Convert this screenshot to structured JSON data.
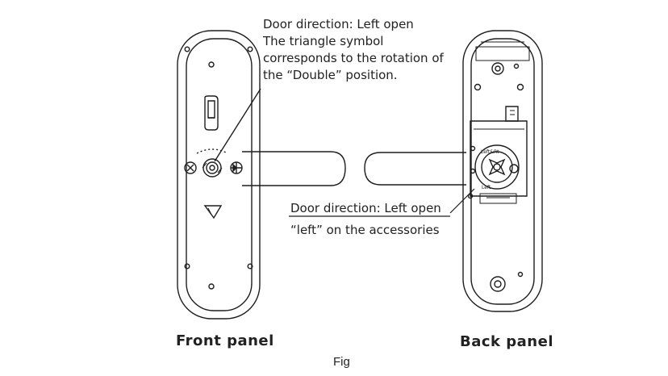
{
  "callouts": {
    "top": {
      "line1": "Door direction: Left open",
      "line2": "The triangle symbol",
      "line3": "corresponds to the rotation of",
      "line4": "the “Double” position."
    },
    "right": {
      "line1": "Door direction: Left open",
      "line2": "“left”   on the accessories"
    }
  },
  "back_panel_marks": {
    "top_label": "Left&Rt",
    "bottom_label": "Left"
  },
  "panels": {
    "front_label": "Front panel",
    "back_label": "Back panel"
  },
  "caption": "Fig",
  "colors": {
    "line": "#1e1e1e",
    "background": "#ffffff"
  }
}
